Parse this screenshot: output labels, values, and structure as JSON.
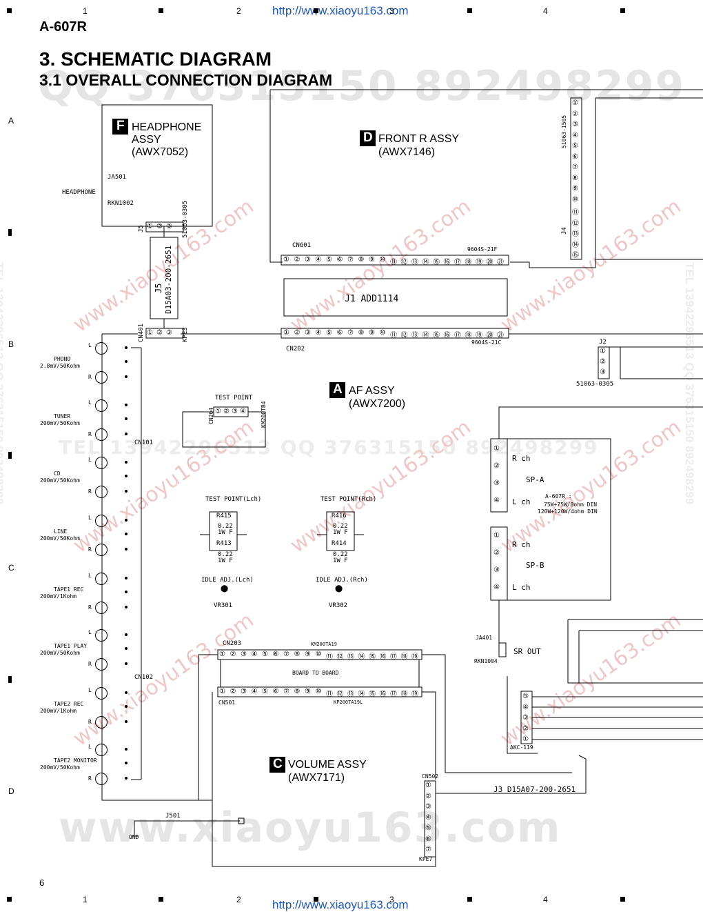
{
  "header": {
    "model": "A-607R",
    "url_top": "http://www.xiaoyu163.com",
    "url_bottom": "http://www.xiaoyu163.com",
    "col_numbers": [
      "1",
      "2",
      "3",
      "4"
    ],
    "row_letters": [
      "A",
      "B",
      "C",
      "D"
    ],
    "page_number": "6"
  },
  "titles": {
    "section": "3. SCHEMATIC DIAGRAM",
    "subsection": "3.1 OVERALL CONNECTION DIAGRAM"
  },
  "watermarks": {
    "qq_big": "QQ 376315150   892498299",
    "tel_mid": "TEL 13942296513   QQ 376315150   892498299",
    "www_bottom": "www.xiaoyu163.com",
    "diag": "www.xiaoyu163.com",
    "side_left": "TEL 13942296513  QQ 376315150  892498299",
    "side_right": "TEL 13942296513  QQ 376315150  892498299"
  },
  "headphone_assy": {
    "badge": "F",
    "name": "HEADPHONE",
    "name2": "ASSY",
    "part": "(AWX7052)",
    "jack": "JA501",
    "jack_label": "HEADPHONE",
    "jack_part": "RKN1002",
    "conn": "J5",
    "conn_part": "51063-0305"
  },
  "front_assy": {
    "badge": "D",
    "name": "FRONT R ASSY",
    "part": "(AWX7146)",
    "conn_j4": "J4",
    "conn_j4_part": "51063-1505",
    "cn601": "CN601",
    "cn601_part": "9604S-21F"
  },
  "j1": {
    "label": "J1  ADD1114"
  },
  "j5_cable": {
    "label": "J5",
    "part": "D15A03-200-2651",
    "kpe": "KPE3",
    "cn401": "CN401"
  },
  "af_assy": {
    "badge": "A",
    "name": "AF ASSY",
    "part": "(AWX7200)",
    "cn202": "CN202",
    "cn202_part": "9604S-21C",
    "j2": "J2",
    "j2_part": "51063-0305",
    "test_point": "TEST POINT",
    "cn204": "CN204",
    "cn204_part": "KM200TB4",
    "cn101": "CN101",
    "cn102": "CN102",
    "tp_lch": "TEST POINT(Lch)",
    "tp_rch": "TEST POINT(Rch)",
    "r415": "R415",
    "r413": "R413",
    "r416": "R416",
    "r414": "R414",
    "res_val": "0.22",
    "res_rating": "1W F",
    "idle_l": "IDLE ADJ.(Lch)",
    "idle_r": "IDLE ADJ.(Rch)",
    "vr301": "VR301",
    "vr302": "VR302",
    "cn203": "CN203",
    "cn203_part": "KM200TA19",
    "board_to_board": "BOARD TO BOARD",
    "jacks": [
      {
        "name": "PHONO",
        "spec": "2.8mV/50Kohm"
      },
      {
        "name": "TUNER",
        "spec": "200mV/50Kohm"
      },
      {
        "name": "CD",
        "spec": "200mV/50Kohm"
      },
      {
        "name": "LINE",
        "spec": "200mV/50Kohm"
      },
      {
        "name": "TAPE1 REC",
        "spec": "200mV/1Kohm"
      },
      {
        "name": "TAPE1 PLAY",
        "spec": "200mV/50Kohm"
      },
      {
        "name": "TAPE2 REC",
        "spec": "200mV/1Kohm"
      },
      {
        "name": "TAPE2 MONITOR",
        "spec": "200mV/50Kohm"
      }
    ],
    "l": "L",
    "r": "R",
    "sp_a": "SP-A",
    "sp_b": "SP-B",
    "rch": "R ch",
    "lch": "L ch",
    "spec_model": "A-607R :",
    "spec_1": "75W+75W/8ohm DIN",
    "spec_2": "120W+120W/4ohm DIN",
    "ja401": "JA401",
    "ja401_part": "RKN1004",
    "sr_out": "SR OUT",
    "akc": "AKC-119"
  },
  "volume_assy": {
    "badge": "C",
    "name": "VOLUME ASSY",
    "part": "(AWX7171)",
    "cn501": "CN501",
    "cn501_part": "KP200TA19L",
    "cn502": "CN502",
    "kpe7": "KPE7",
    "j3": "J3  D15A07-200-2651",
    "j501": "J501",
    "gnd": "GND"
  }
}
